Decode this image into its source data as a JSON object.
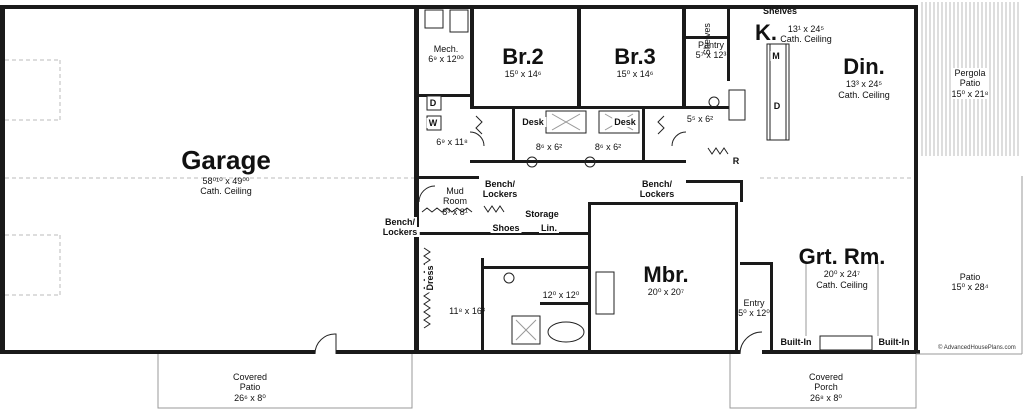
{
  "rooms": {
    "garage": {
      "name": "Garage",
      "dim": "58⁰¹⁰ x 49⁰⁰",
      "note": "Cath. Ceiling"
    },
    "mech": {
      "name": "Mech.",
      "dim": "6⁹ x 12⁰⁰"
    },
    "br2": {
      "name": "Br.2",
      "dim": "15⁰ x 14⁶"
    },
    "br3": {
      "name": "Br.3",
      "dim": "15⁰ x 14⁶"
    },
    "pantry": {
      "name": "Pantry",
      "dim": "5⁷ x 12³"
    },
    "shelves_v": {
      "name": "Shelves"
    },
    "shelves_h": {
      "name": "Shelves"
    },
    "kitchen": {
      "name": "K.",
      "dim": "13¹ x 24⁵",
      "note": "Cath. Ceiling"
    },
    "dining": {
      "name": "Din.",
      "dim": "13³ x 24⁵",
      "note": "Cath. Ceiling"
    },
    "pergola": {
      "name": "Pergola",
      "name2": "Patio",
      "dim": "15⁰ x 21⁸"
    },
    "laundry": {
      "dim": "6⁹ x 11⁸"
    },
    "bath_k": {
      "dim": "5⁵ x 6²"
    },
    "bath2": {
      "dim": "8⁶ x 6²"
    },
    "bath3": {
      "dim": "8⁶ x 6²"
    },
    "mudroom": {
      "name": "Mud",
      "name2": "Room",
      "dim": "8³ x 8¹"
    },
    "closet": {
      "dim": "11⁸ x 16³"
    },
    "mbath": {
      "dim": "12⁰ x 12⁰"
    },
    "mbr": {
      "name": "Mbr.",
      "dim": "20⁰ x 20⁷"
    },
    "entry": {
      "name": "Entry",
      "dim": "5⁰ x 12⁰"
    },
    "greatroom": {
      "name": "Grt. Rm.",
      "dim": "20⁰ x 24⁷",
      "note": "Cath. Ceiling"
    },
    "patio": {
      "name": "Patio",
      "dim": "15⁰ x 28⁴"
    },
    "covpatio": {
      "name": "Covered",
      "name2": "Patio",
      "dim": "26⁶ x 8⁰"
    },
    "covporch": {
      "name": "Covered",
      "name2": "Porch",
      "dim": "26⁸ x 8⁰"
    }
  },
  "tags": {
    "desk1": "Desk",
    "desk2": "Desk",
    "bench1": "Bench/",
    "bench1b": "Lockers",
    "bench2": "Bench/",
    "bench2b": "Lockers",
    "bench3": "Bench/",
    "bench3b": "Lockers",
    "storage": "Storage",
    "shoes": "Shoes",
    "lin": "Lin.",
    "dress": "Dress",
    "builtin1": "Built-In",
    "builtin2": "Built-In",
    "d": "D",
    "w": "W",
    "m": "M",
    "dw": "D",
    "r": "R"
  },
  "credit": "© AdvancedHousePlans.com"
}
